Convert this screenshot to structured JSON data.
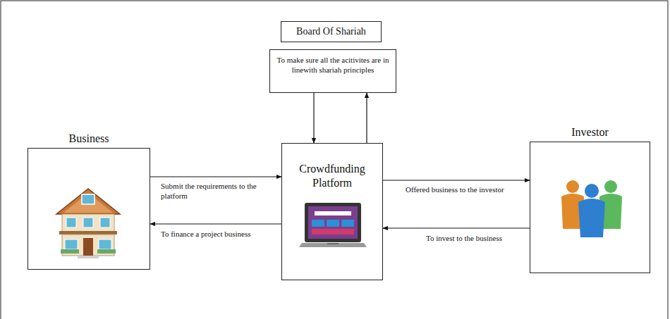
{
  "diagram": {
    "nodes": [
      {
        "text": [
          "Board Of Shariah"
        ]
      },
      {
        "text": [
          "To make sure all the acitivites are in linewith shariah principles"
        ]
      },
      {
        "text": [
          "Business"
        ]
      },
      {
        "text": [
          "Crowdfunding Platform"
        ]
      },
      {
        "text": [
          "Investor"
        ]
      }
    ],
    "edges": [
      {
        "from": 2,
        "to": 3,
        "arrow": "to",
        "label": "Submit the requirements to the platform"
      },
      {
        "from": 3,
        "to": 2,
        "arrow": "to",
        "label": "To finance a project business"
      },
      {
        "from": 3,
        "to": 4,
        "arrow": "to",
        "label": "Offered business to the investor"
      },
      {
        "from": 4,
        "to": 3,
        "arrow": "to",
        "label": "To invest to the business"
      },
      {
        "from": 1,
        "to": 3,
        "arrow": "to"
      },
      {
        "from": 3,
        "to": 1,
        "arrow": "to"
      }
    ]
  }
}
